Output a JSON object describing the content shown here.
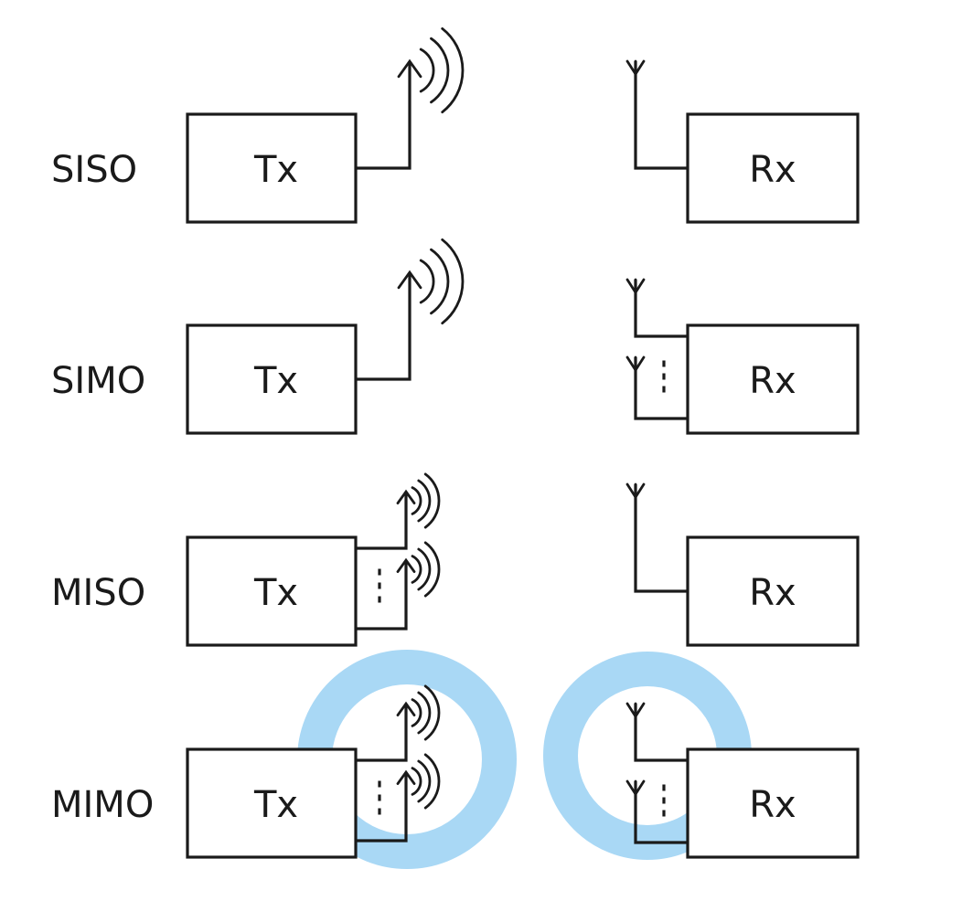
{
  "rows": [
    {
      "label": "SISO",
      "tx_label": "Tx",
      "rx_label": "Rx",
      "tx_antennas": "single",
      "rx_antennas": "single"
    },
    {
      "label": "SIMO",
      "tx_label": "Tx",
      "rx_label": "Rx",
      "tx_antennas": "single",
      "rx_antennas": "multiple"
    },
    {
      "label": "MISO",
      "tx_label": "Tx",
      "rx_label": "Rx",
      "tx_antennas": "multiple",
      "rx_antennas": "single"
    },
    {
      "label": "MIMO",
      "tx_label": "Tx",
      "rx_label": "Rx",
      "tx_antennas": "multiple",
      "rx_antennas": "multiple"
    }
  ],
  "highlight": {
    "row": "MIMO",
    "color": "#a9d8f5"
  },
  "colors": {
    "stroke": "#1a1a1a",
    "background": "#ffffff"
  },
  "icons": [
    "transmit-antenna-icon",
    "receive-antenna-icon",
    "signal-waves-icon"
  ]
}
